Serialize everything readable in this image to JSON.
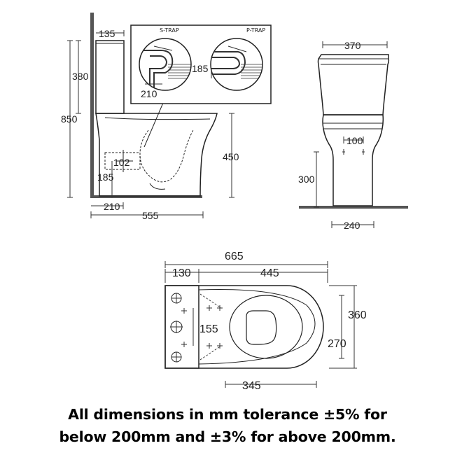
{
  "side_view": {
    "dims": {
      "cistern_offset": "135",
      "cistern_height": "380",
      "total_height": "850",
      "waste_height": "102",
      "waste_low": "185",
      "floor_to_rim": "450",
      "wall_to_waste": "210",
      "projection": "555"
    },
    "inset": {
      "s_trap_label": "S-TRAP",
      "p_trap_label": "P-TRAP",
      "s_dim": "210",
      "p_dim": "185"
    }
  },
  "front_view": {
    "dims": {
      "width": "370",
      "fixing_centres": "100",
      "fixing_height": "300",
      "base_width": "240"
    }
  },
  "plan_view": {
    "dims": {
      "overall_length": "665",
      "cistern_depth": "130",
      "pan_length": "445",
      "overall_width": "360",
      "fixing_spacing": "155",
      "seat_width": "270",
      "pan_depth": "345"
    }
  },
  "caption": {
    "line1": "All dimensions in mm tolerance ±5% for",
    "line2": "below 200mm and ±3% for above 200mm."
  }
}
